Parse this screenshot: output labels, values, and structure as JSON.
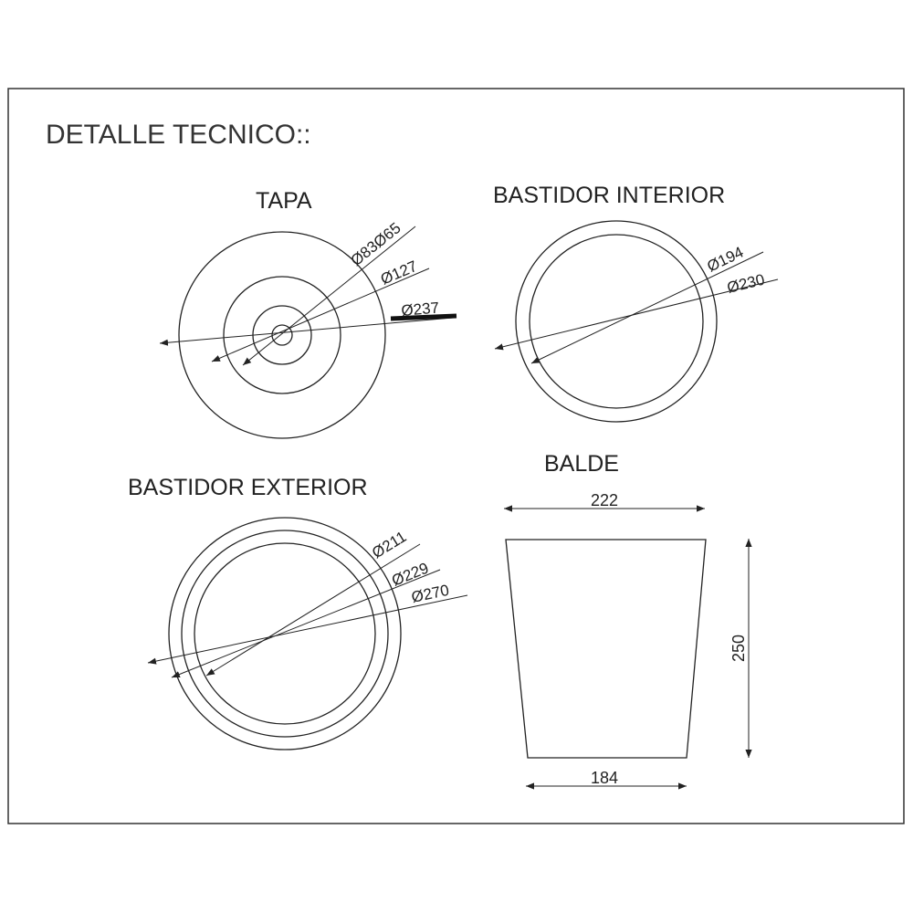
{
  "sheet": {
    "title": "DETALLE TECNICO::"
  },
  "tapa": {
    "label": "TAPA",
    "dims": [
      "Ø83Ø65",
      "Ø127",
      "Ø237"
    ]
  },
  "bastidor_interior": {
    "label": "BASTIDOR INTERIOR",
    "dims": [
      "Ø194",
      "Ø230"
    ]
  },
  "bastidor_exterior": {
    "label": "BASTIDOR EXTERIOR",
    "dims": [
      "Ø211",
      "Ø229",
      "Ø270"
    ]
  },
  "balde": {
    "label": "BALDE",
    "top_width": "222",
    "bottom_width": "184",
    "height": "250"
  }
}
